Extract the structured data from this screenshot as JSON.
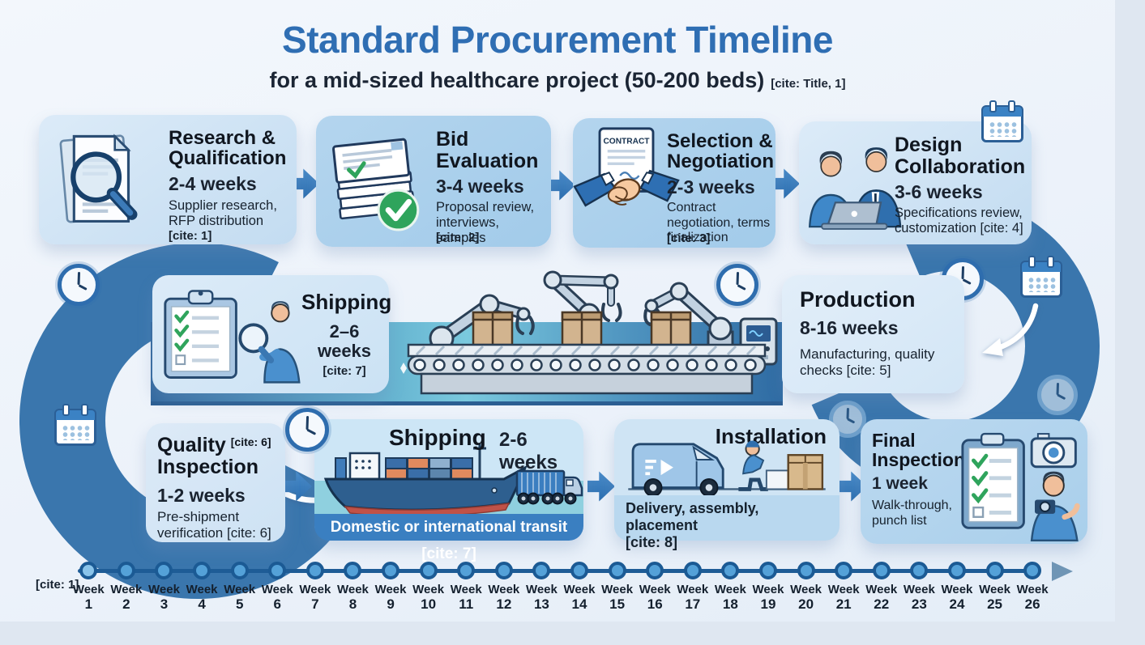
{
  "header": {
    "title": "Standard Procurement Timeline",
    "subtitle": "for a mid-sized healthcare project (50-200 beds)",
    "subtitle_cite": "[cite: Title, 1]"
  },
  "top_phases": [
    {
      "title": "Research & Qualification",
      "duration": "2-4 weeks",
      "detail": "Supplier research, RFP distribution",
      "cite": "[cite: 1]",
      "icon": "document-magnifier-icon"
    },
    {
      "title": "Bid Evaluation",
      "duration": "3-4 weeks",
      "detail": "Proposal review, interviews, samples",
      "cite": "[cite: 2]",
      "icon": "paper-stack-check-icon"
    },
    {
      "title": "Selection & Negotiation",
      "duration": "2-3 weeks",
      "detail": "Contract negotiation, terms finalization",
      "cite": "[cite: 3]",
      "icon": "handshake-contract-icon",
      "contract_label": "CONTRACT"
    },
    {
      "title": "Design Collaboration",
      "duration": "3-6 weeks",
      "detail": "Specifications review, customization [cite: 4]",
      "icon": "people-laptop-icon"
    }
  ],
  "mid": {
    "shipping_review": {
      "title": "Shipping",
      "duration": "2–6 weeks",
      "cite": "[cite: 7]",
      "icon": "clipboard-inspector-icon"
    },
    "production": {
      "title": "Production",
      "duration": "8-16 weeks",
      "detail": "Manufacturing, quality checks [cite: 5]",
      "icon": "factory-conveyor-icon"
    }
  },
  "bottom": {
    "quality": {
      "title1": "Quality",
      "cite_sup": "[cite: 6]",
      "title2": "Inspection",
      "duration": "1-2 weeks",
      "detail": "Pre-shipment verification [cite: 6]"
    },
    "shipping": {
      "title": "Shipping",
      "duration": "2-6 weeks",
      "banner": "Domestic or international transit [cite: 7]",
      "icon": "cargo-ship-truck-icon"
    },
    "installation": {
      "title": "Installation",
      "banner": "Delivery, assembly, placement",
      "banner_cite": "[cite: 8]",
      "icon": "delivery-van-worker-icon"
    },
    "final": {
      "title": "Final Inspection",
      "duration": "1 week",
      "detail": "Walk-through, punch list",
      "icon": "clipboard-camera-person-icon"
    }
  },
  "timeline": {
    "cite": "[cite: 1]",
    "week_label": "Week",
    "weeks": [
      "1",
      "2",
      "3",
      "4",
      "5",
      "6",
      "7",
      "8",
      "9",
      "10",
      "11",
      "12",
      "13",
      "14",
      "15",
      "16",
      "17",
      "18",
      "19",
      "20",
      "21",
      "22",
      "23",
      "24",
      "25",
      "26"
    ]
  },
  "icons": [
    "clock-icon",
    "calendar-icon",
    "curved-arrow-icon",
    "right-arrow-icon",
    "timeline-dot"
  ],
  "colors": {
    "accent_title": "#2f6eb3",
    "swirl_blue": "#3a76ad",
    "band_teal": "#7ac9de",
    "box_light": "#cfe3f5",
    "box_mid": "#a9cfeb",
    "arrow_blue": "#2a6cae",
    "timeline_line": "#1e5c96",
    "dot_fill": "#54a1d8",
    "green_check": "#2fa45c",
    "banner_blue": "#3a7fc1"
  }
}
